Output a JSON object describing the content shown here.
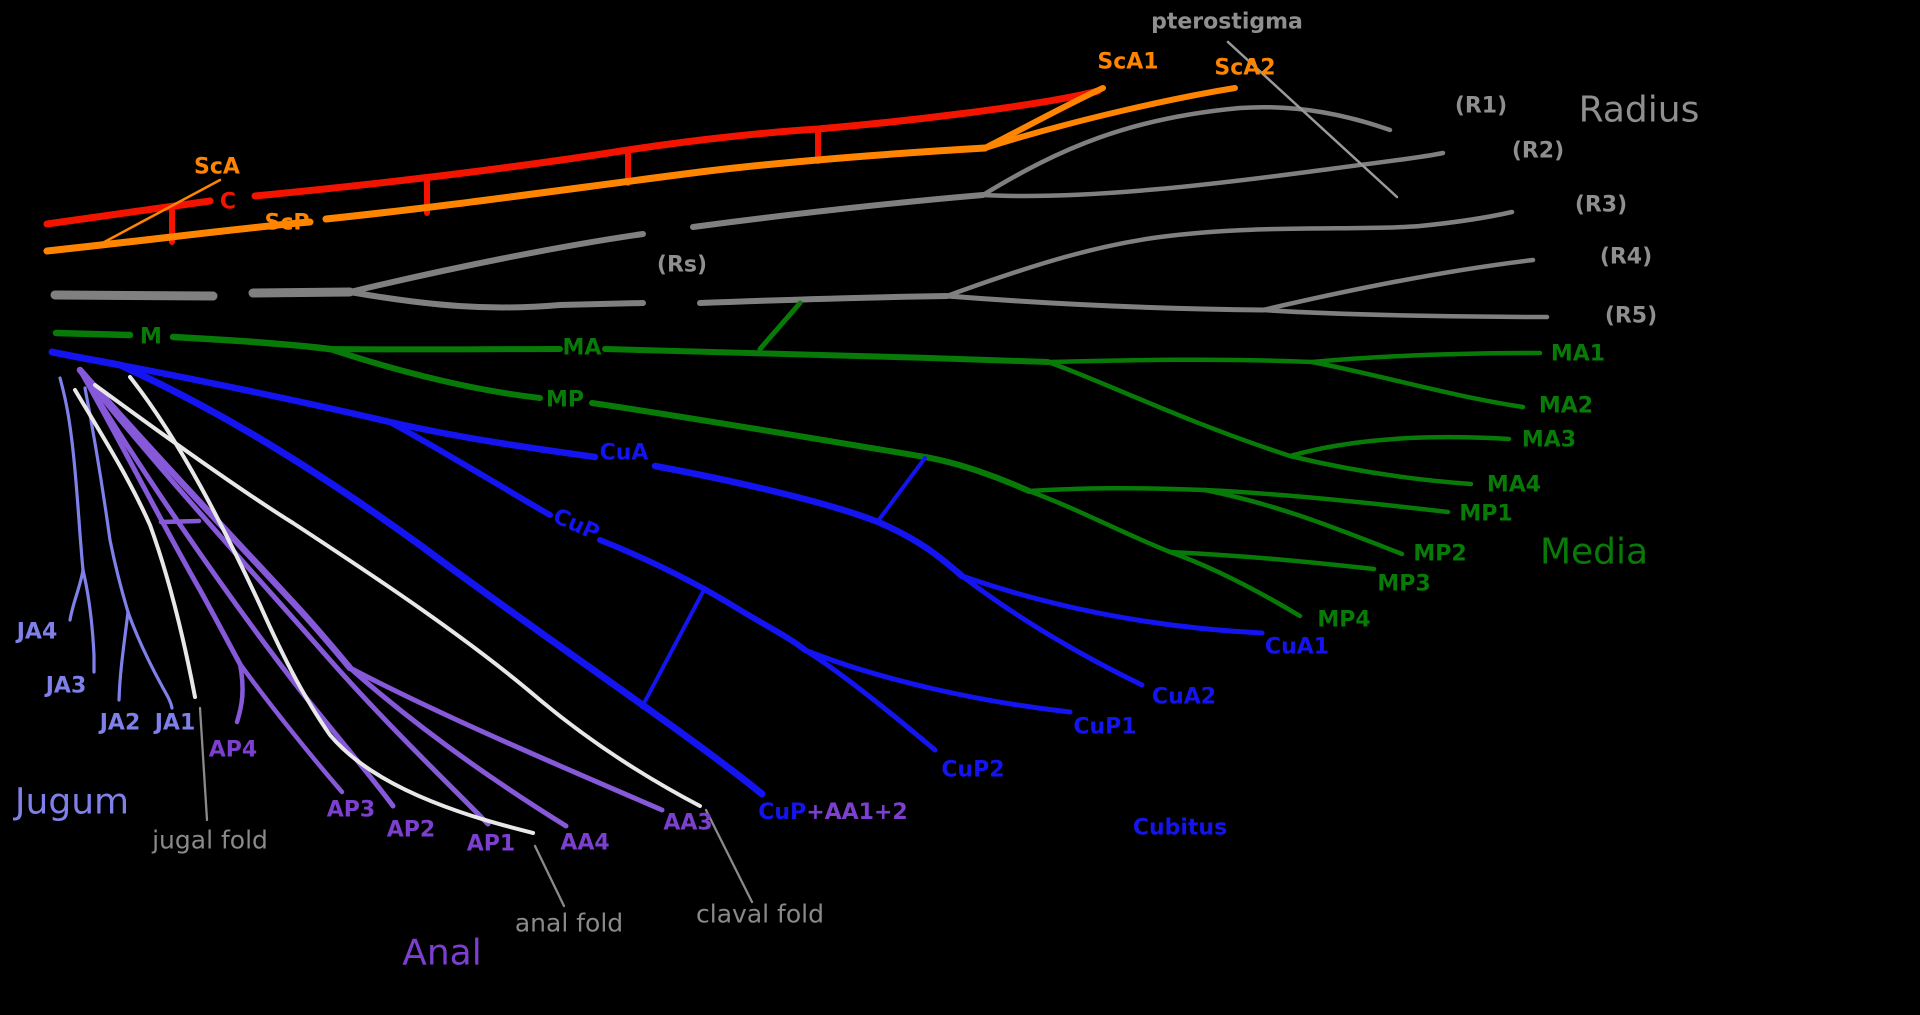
{
  "title": "Insect wing venation diagram (Comstock / Kukalova-Peck system)",
  "colors": {
    "red": "#f31400",
    "orange": "#ff8400",
    "gray": "#808080",
    "graytext": "#8f8f8f",
    "green": "#087a08",
    "blue": "#1414f0",
    "purple": "#8659d8",
    "purpletext": "#7c3fd0",
    "periwinkle": "#8080ea",
    "fold": "#e8e8e8",
    "foldtext": "#8a8a8a",
    "pterostigma_fill": "#8d8d8d",
    "background": "#000000"
  },
  "labels": {
    "costa": "C",
    "sca": "ScA",
    "scp": "ScP",
    "sca1": "ScA1",
    "sca2": "ScA2",
    "pterostigma": "pterostigma",
    "r1": "(R1)",
    "r2": "(R2)",
    "r3": "(R3)",
    "r4": "(R4)",
    "r5": "(R5)",
    "rs": "(Rs)",
    "radius": "Radius",
    "m": "M",
    "ma": "MA",
    "mp": "MP",
    "ma1": "MA1",
    "ma2": "MA2",
    "ma3": "MA3",
    "ma4": "MA4",
    "mp1": "MP1",
    "mp2": "MP2",
    "mp3": "MP3",
    "mp4": "MP4",
    "media": "Media",
    "cua": "CuA",
    "cup": "CuP",
    "cua1": "CuA1",
    "cua2": "CuA2",
    "cup1": "CuP1",
    "cup2": "CuP2",
    "cup_aa_part1": "CuP",
    "cup_aa_part2": "+AA1+2",
    "cubitus": "Cubitus",
    "aa4": "AA4",
    "aa3": "AA3",
    "ap1": "AP1",
    "ap2": "AP2",
    "ap3": "AP3",
    "ap4": "AP4",
    "anal": "Anal",
    "ja1": "JA1",
    "ja2": "JA2",
    "ja3": "JA3",
    "ja4": "JA4",
    "jugum": "Jugum",
    "jugal_fold": "jugal fold",
    "anal_fold": "anal fold",
    "claval_fold": "claval fold"
  }
}
